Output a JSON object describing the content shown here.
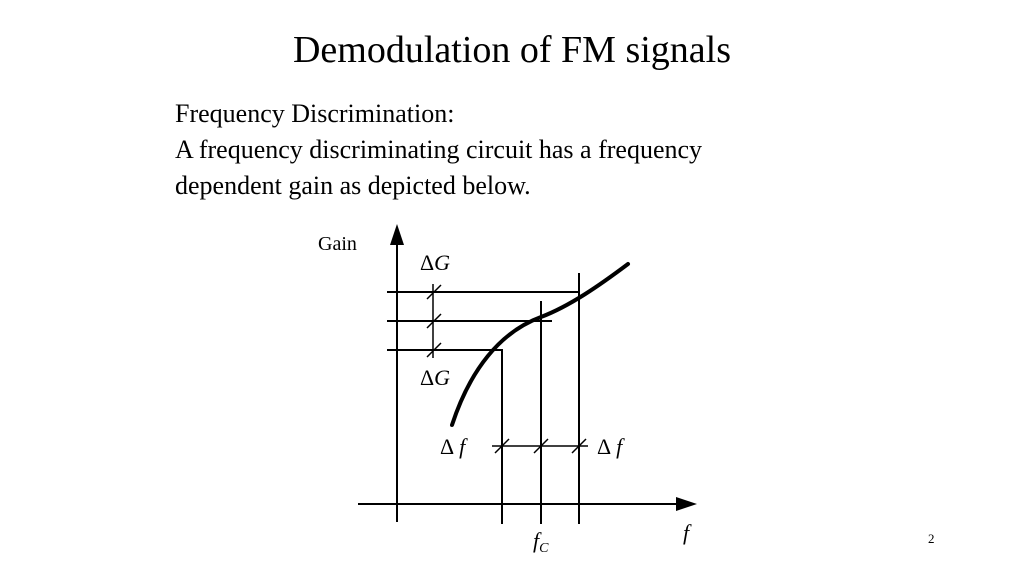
{
  "slide": {
    "title": "Demodulation of FM signals",
    "body_lines": [
      "Frequency Discrimination:",
      "A frequency discriminating circuit has a frequency",
      "dependent gain as depicted below."
    ],
    "page_number": "2"
  },
  "diagram": {
    "y_axis_label": "Gain",
    "x_axis_label": "f",
    "delta_gain_top": {
      "symbol": "Δ",
      "var": "G"
    },
    "delta_gain_bottom": {
      "symbol": "Δ",
      "var": "G"
    },
    "delta_f_left": {
      "symbol": "Δ",
      "var": "f"
    },
    "delta_f_right": {
      "symbol": "Δ",
      "var": "f"
    },
    "center_freq": {
      "var": "f",
      "sub": "C"
    }
  }
}
